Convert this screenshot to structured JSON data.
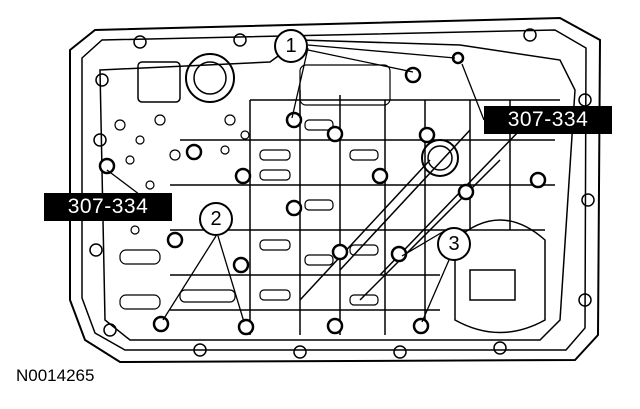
{
  "figure": {
    "id_label": "N0014265",
    "tool_labels": [
      "307-334",
      "307-334"
    ],
    "callouts": [
      "1",
      "2",
      "3"
    ]
  },
  "colors": {
    "line": "#000000",
    "background": "#ffffff",
    "tag_fill": "#000000",
    "tag_text": "#ffffff"
  }
}
